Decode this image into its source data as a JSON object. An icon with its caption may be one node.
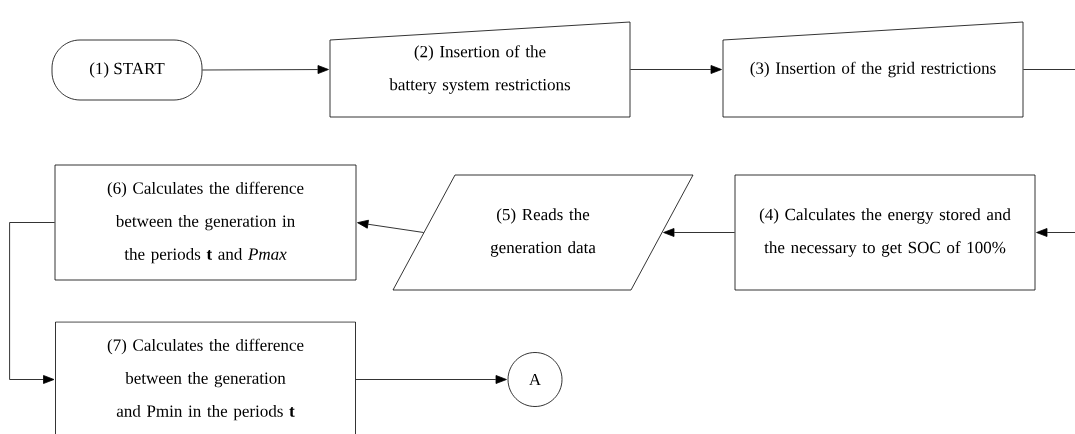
{
  "diagram": {
    "nodes": [
      {
        "text": [
          "(1) START"
        ]
      },
      {
        "text": [
          "(2) Insertion of the battery system restrictions"
        ]
      },
      {
        "text": [
          "(3) Insertion of the grid restrictions"
        ]
      },
      {
        "text": [
          "(4) Calculates the energy stored and the necessary to get SOC of 100%"
        ]
      },
      {
        "text": [
          "(5) Reads the generation data"
        ]
      },
      {
        "text": [
          "(6) Calculates the difference between the generation in the periods **t** and *Pmax*"
        ]
      },
      {
        "text": [
          "(7) Calculates the difference between the generation and Pmin in the periods **t**"
        ]
      },
      {
        "text": [
          "A"
        ]
      }
    ],
    "edges": [
      {
        "from": 0,
        "to": 1,
        "arrow": "to"
      },
      {
        "from": 1,
        "to": 2,
        "arrow": "to"
      },
      {
        "from": 2,
        "to": 3,
        "arrow": "to"
      },
      {
        "from": 3,
        "to": 4,
        "arrow": "to"
      },
      {
        "from": 4,
        "to": 5,
        "arrow": "to"
      },
      {
        "from": 5,
        "to": 6,
        "arrow": "to"
      },
      {
        "from": 6,
        "to": 7,
        "arrow": "to"
      }
    ]
  }
}
